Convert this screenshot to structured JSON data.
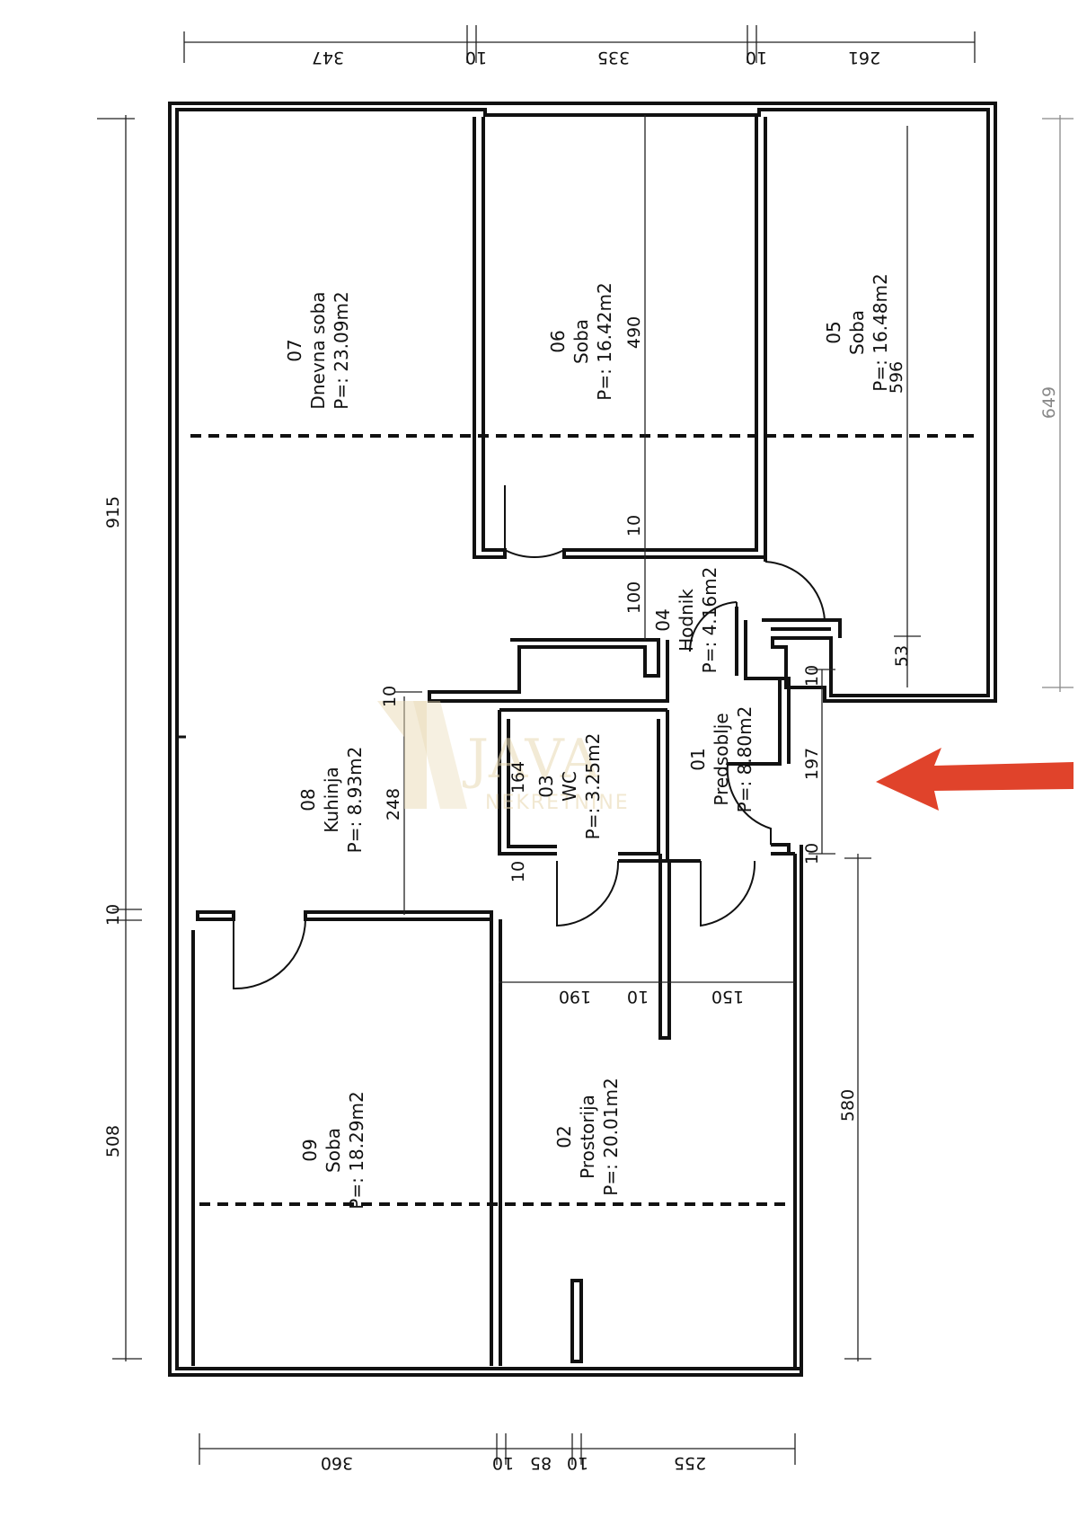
{
  "rooms": [
    {
      "id": "07",
      "name": "Dnevna soba",
      "area": "P=: 23.09m2"
    },
    {
      "id": "06",
      "name": "Soba",
      "area": "P=: 16.42m2"
    },
    {
      "id": "05",
      "name": "Soba",
      "area": "P=: 16.48m2"
    },
    {
      "id": "04",
      "name": "Hodnik",
      "area": "P=: 4.16m2"
    },
    {
      "id": "08",
      "name": "Kuhinja",
      "area": "P=: 8.93m2"
    },
    {
      "id": "03",
      "name": "WC",
      "area": "P=: 3.25m2"
    },
    {
      "id": "01",
      "name": "Predsoblje",
      "area": "P=: 8.80m2"
    },
    {
      "id": "09",
      "name": "Soba",
      "area": "P=: 18.29m2"
    },
    {
      "id": "02",
      "name": "Prostorija",
      "area": "P=: 20.01m2"
    }
  ],
  "dimensions": {
    "top": [
      "347",
      "10",
      "335",
      "10",
      "261"
    ],
    "bottom": [
      "360",
      "10",
      "85",
      "10",
      "255"
    ],
    "left": [
      "915",
      "10",
      "508"
    ],
    "right": [
      "649"
    ],
    "inner": [
      "490",
      "596",
      "10",
      "100",
      "53",
      "10",
      "197",
      "10",
      "10",
      "248",
      "164",
      "10",
      "190",
      "10",
      "150",
      "580"
    ]
  },
  "watermark": {
    "brand": "JAVA",
    "sub": "NEKRETNINE"
  },
  "colors": {
    "arrow": "#e0432b",
    "walls": "#111111",
    "watermark": "#e9d9b4"
  }
}
